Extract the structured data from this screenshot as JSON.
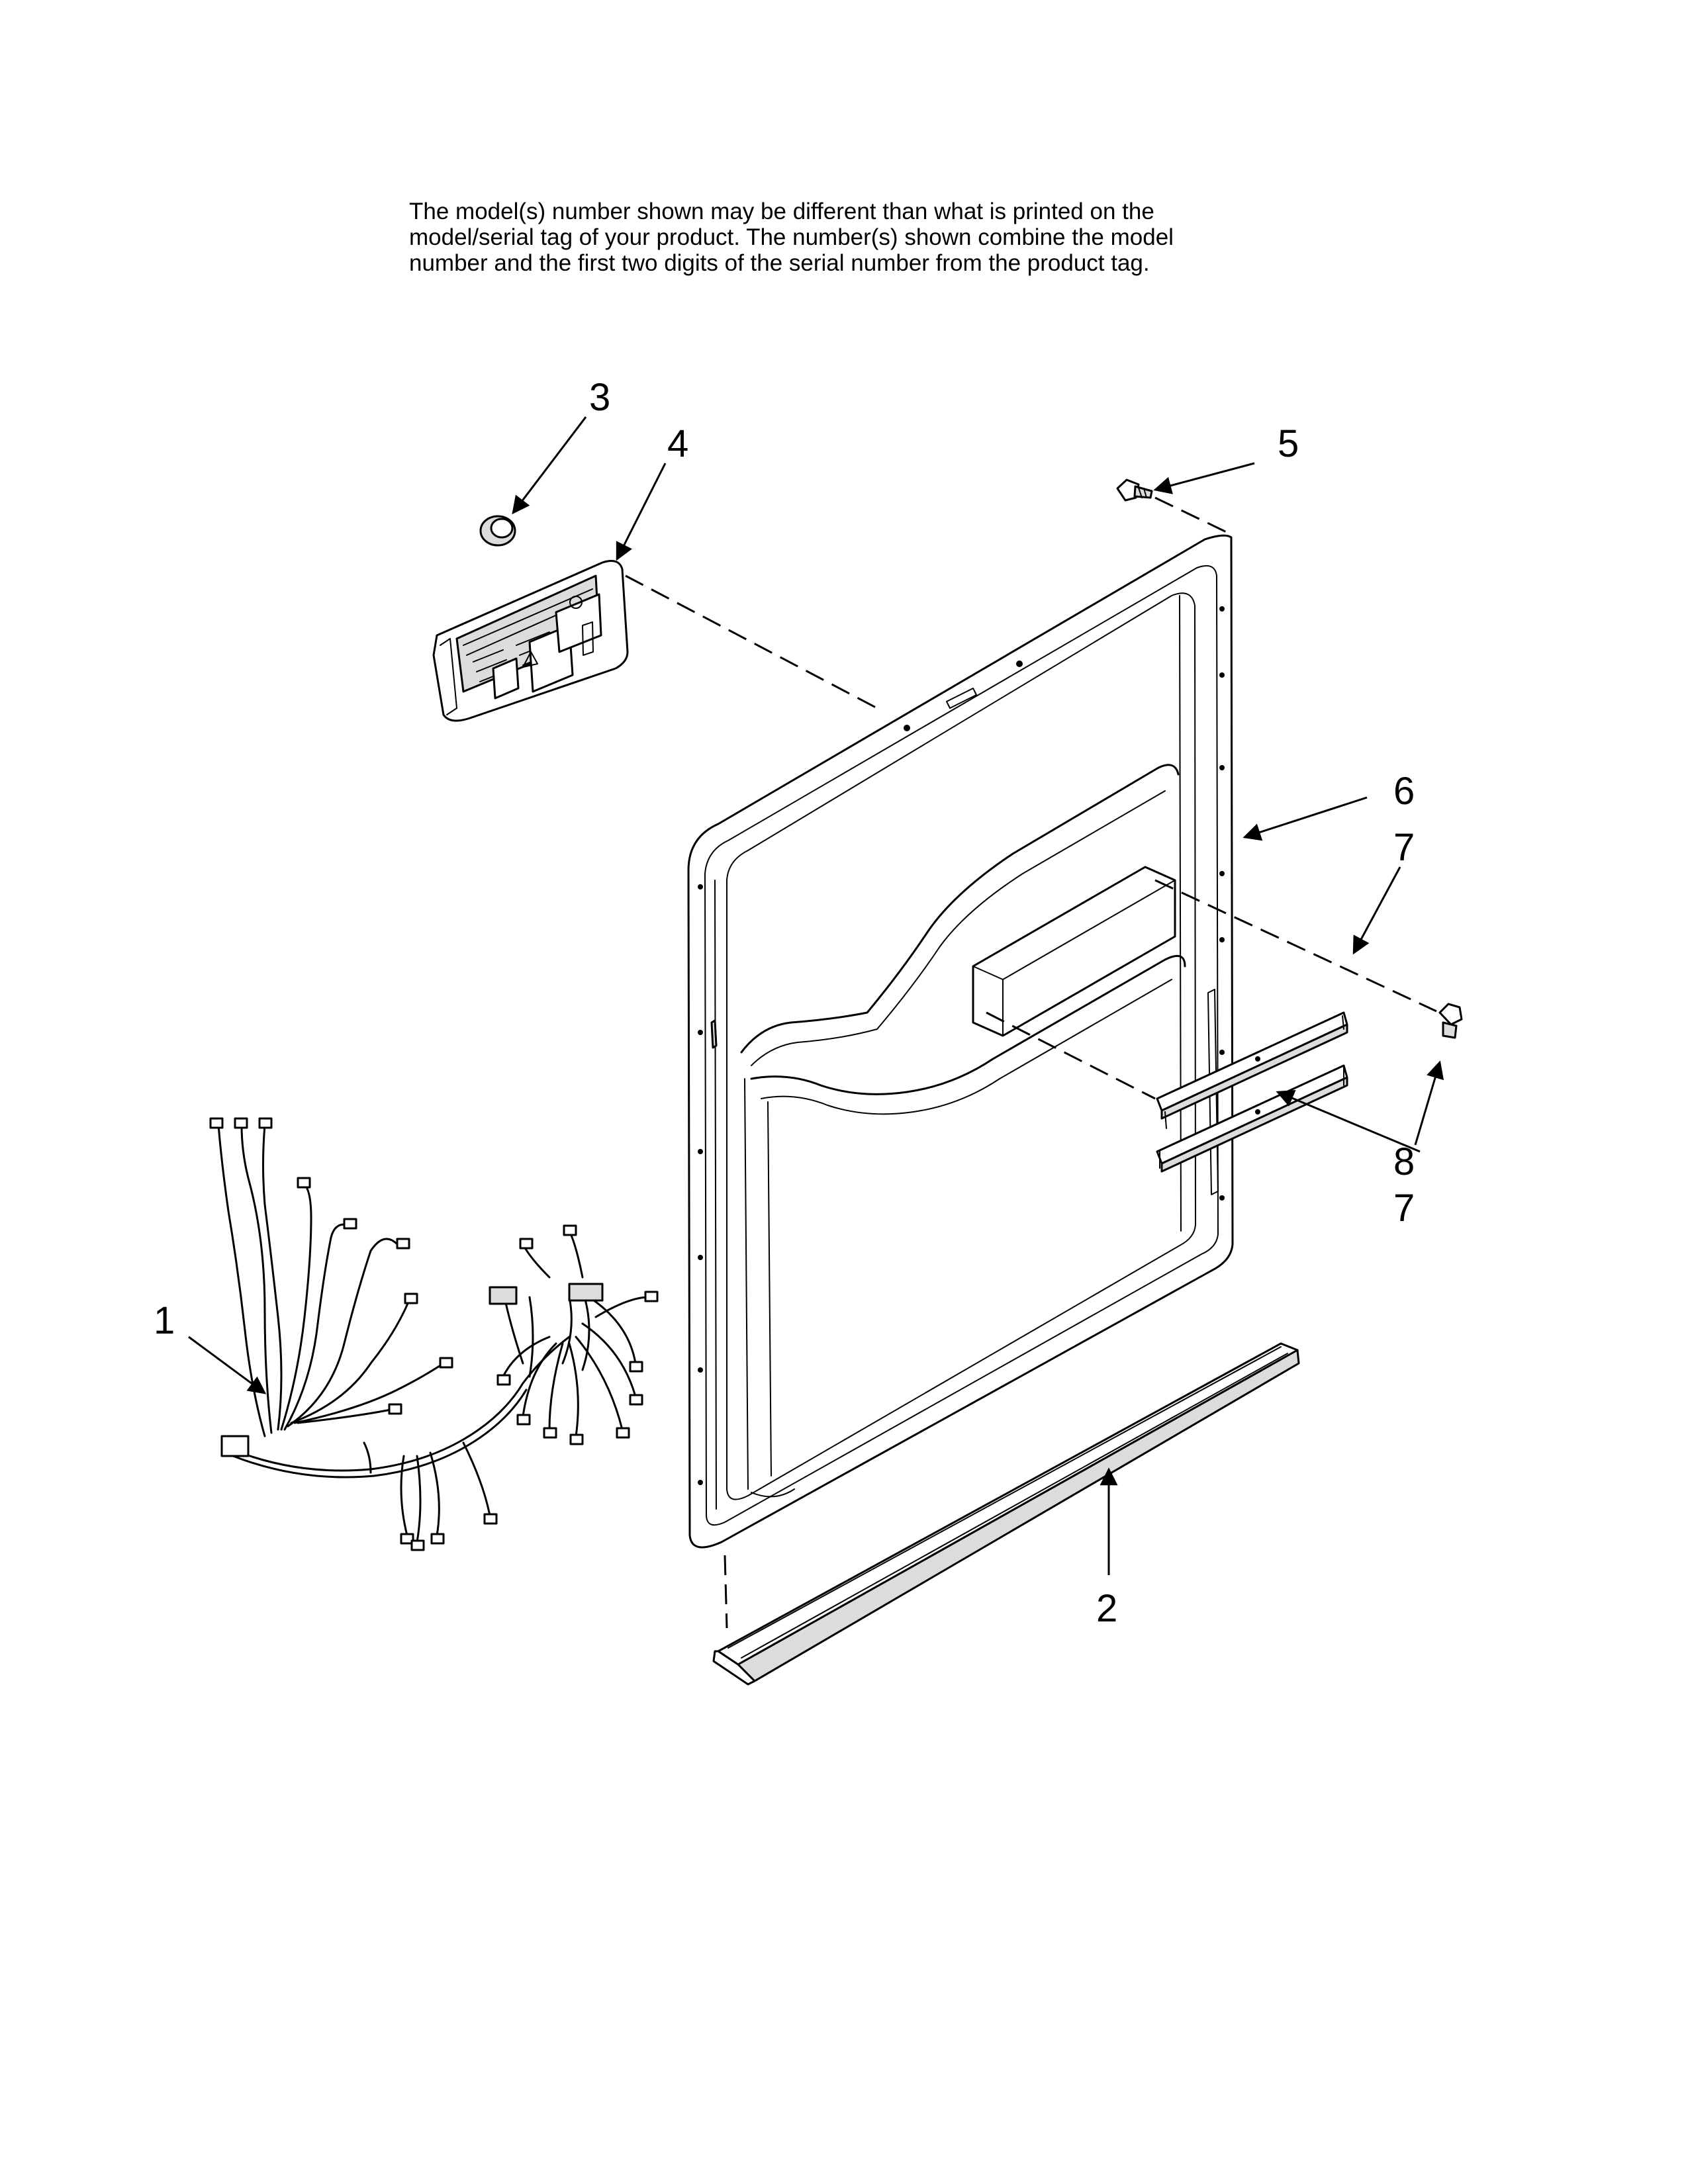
{
  "note": {
    "line1": "The model(s) number shown may be different than what is printed on the",
    "line2": "model/serial tag of your product. The number(s) shown combine the model",
    "line3": "number and the first two digits of the serial number from the product tag."
  },
  "callouts": {
    "c1": "1",
    "c2": "2",
    "c3": "3",
    "c4": "4",
    "c5": "5",
    "c6": "6",
    "c7a": "7",
    "c7b": "7",
    "c8": "8"
  },
  "colors": {
    "line": "#000000",
    "background": "#ffffff",
    "shade": "#dcdcdc"
  }
}
